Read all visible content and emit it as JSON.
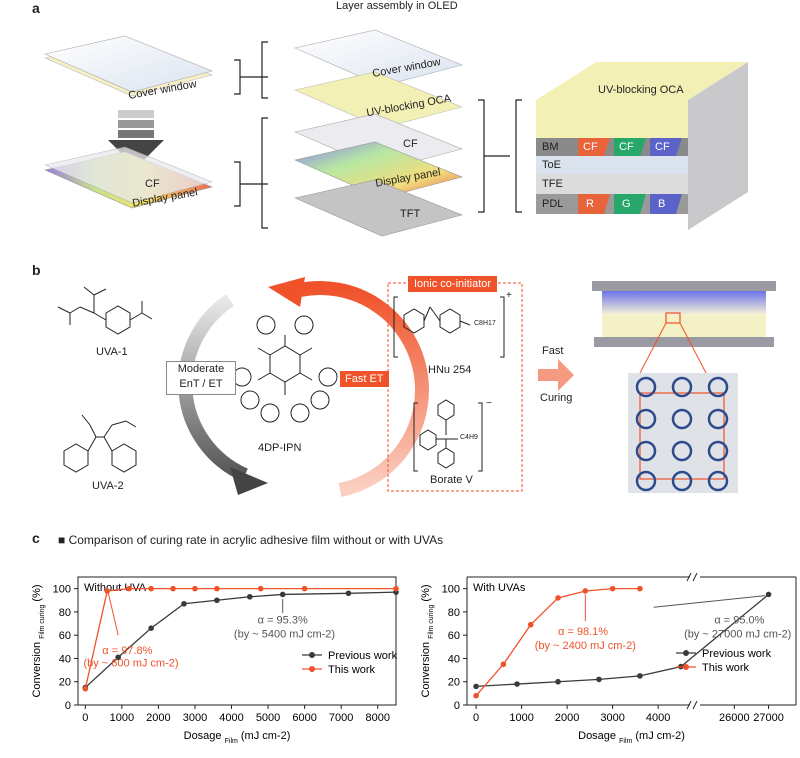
{
  "panel_a": {
    "letter": "a",
    "title": "Layer assembly in OLED",
    "left_stack": {
      "cover": "Cover window",
      "cf": "CF",
      "display": "Display panel"
    },
    "mid_stack": {
      "cover": "Cover window",
      "oca": "UV-blocking OCA",
      "cf": "CF",
      "display": "Display panel",
      "tft": "TFT"
    },
    "cube": {
      "top": "UV-blocking OCA",
      "rows": [
        "BM",
        "ToE",
        "TFE",
        "PDL"
      ],
      "cf_cells": [
        "CF",
        "CF",
        "CF"
      ],
      "pdl_cells": [
        "R",
        "G",
        "B"
      ]
    },
    "colors": {
      "red": "#e8623a",
      "green": "#27a86a",
      "blue": "#5b63c9",
      "oca": "#f3efb4"
    }
  },
  "panel_b": {
    "letter": "b",
    "uva1": "UVA-1",
    "uva2": "UVA-2",
    "moderate": [
      "Moderate",
      "EnT / ET"
    ],
    "fast_et": "Fast ET",
    "catalyst": "4DP-IPN",
    "coinitiator_title": "Ionic co-initiator",
    "hnu": "HNu 254",
    "borate": "Borate V",
    "hnu_sub": "C8H17",
    "borate_sub": "C4H9",
    "fast_curing": [
      "Fast",
      "Curing"
    ]
  },
  "panel_c": {
    "letter": "c",
    "heading": "■ Comparison of curing rate in acrylic adhesive film without or with UVAs",
    "colors": {
      "previous": "#3a3a3a",
      "this": "#f0522a"
    }
  },
  "chart_data": [
    {
      "type": "line",
      "title": "Without UVA",
      "xlabel": "Dosage Film (mJ cm-2)",
      "ylabel": "Conversion Film curing (%)",
      "xlim": [
        -200,
        8500
      ],
      "ylim": [
        0,
        110
      ],
      "xticks": [
        0,
        1000,
        2000,
        3000,
        4000,
        5000,
        6000,
        7000,
        8000
      ],
      "yticks": [
        0,
        20,
        40,
        60,
        80,
        100
      ],
      "series": [
        {
          "name": "Previous work",
          "x": [
            0,
            900,
            1800,
            2700,
            3600,
            4500,
            5400,
            7200,
            8500
          ],
          "y": [
            15,
            41,
            66,
            87,
            90,
            93,
            95,
            96,
            97
          ]
        },
        {
          "name": "This work",
          "x": [
            0,
            600,
            1200,
            1800,
            2400,
            3000,
            3600,
            4800,
            6000,
            8500
          ],
          "y": [
            14,
            98,
            100,
            100,
            100,
            100,
            100,
            100,
            100,
            100
          ]
        }
      ],
      "annotations": [
        {
          "series": "This work",
          "text": [
            "α = 97.8%",
            "(by ~ 600 mJ cm-2)"
          ]
        },
        {
          "series": "Previous work",
          "text": [
            "α = 95.3%",
            "(by ~ 5400 mJ cm-2)"
          ]
        }
      ]
    },
    {
      "type": "line",
      "title": "With UVAs",
      "xlabel": "Dosage Film (mJ cm-2)",
      "ylabel": "Conversion Film curing (%)",
      "axis_break": true,
      "xlim_left": [
        -200,
        4700
      ],
      "xlim_right": [
        25000,
        27800
      ],
      "ylim": [
        0,
        110
      ],
      "xticks": [
        0,
        1000,
        2000,
        3000,
        4000,
        26000,
        27000
      ],
      "yticks": [
        0,
        20,
        40,
        60,
        80,
        100
      ],
      "series": [
        {
          "name": "Previous work",
          "x": [
            0,
            900,
            1800,
            2700,
            3600,
            4500,
            27000
          ],
          "y": [
            16,
            18,
            20,
            22,
            25,
            33,
            95
          ]
        },
        {
          "name": "This work",
          "x": [
            0,
            600,
            1200,
            1800,
            2400,
            3000,
            3600
          ],
          "y": [
            8,
            35,
            69,
            92,
            98,
            100,
            100
          ]
        }
      ],
      "annotations": [
        {
          "series": "This work",
          "text": [
            "α = 98.1%",
            "(by ~ 2400 mJ cm-2)"
          ]
        },
        {
          "series": "Previous work",
          "text": [
            "α = 95.0%",
            "(by ~ 27000 mJ cm-2)"
          ]
        }
      ]
    }
  ]
}
